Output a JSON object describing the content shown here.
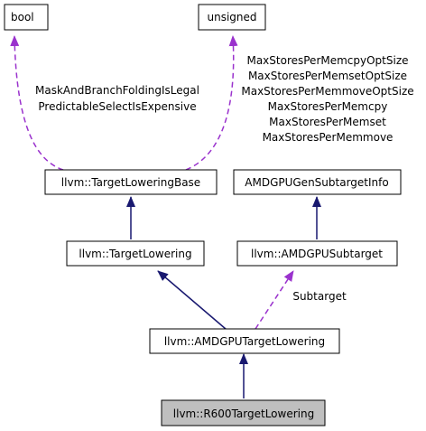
{
  "colors": {
    "inheritance_edge": "#191970",
    "member_edge": "#9a32cd",
    "node_border": "#000000",
    "node_fill": "#ffffff",
    "highlight_fill": "#bfbfbf"
  },
  "nodes": {
    "bool": "bool",
    "unsigned": "unsigned",
    "target_lowering_base": "llvm::TargetLoweringBase",
    "amdgpu_gen_subtarget_info": "AMDGPUGenSubtargetInfo",
    "target_lowering": "llvm::TargetLowering",
    "amdgpu_subtarget": "llvm::AMDGPUSubtarget",
    "amdgpu_target_lowering": "llvm::AMDGPUTargetLowering",
    "r600_target_lowering": "llvm::R600TargetLowering"
  },
  "edge_labels": {
    "bool_members": [
      "MaskAndBranchFoldingIsLegal",
      "PredictableSelectIsExpensive"
    ],
    "unsigned_members": [
      "MaxStoresPerMemcpyOptSize",
      "MaxStoresPerMemsetOptSize",
      "MaxStoresPerMemmoveOptSize",
      "MaxStoresPerMemcpy",
      "MaxStoresPerMemset",
      "MaxStoresPerMemmove"
    ],
    "subtarget": "Subtarget"
  }
}
